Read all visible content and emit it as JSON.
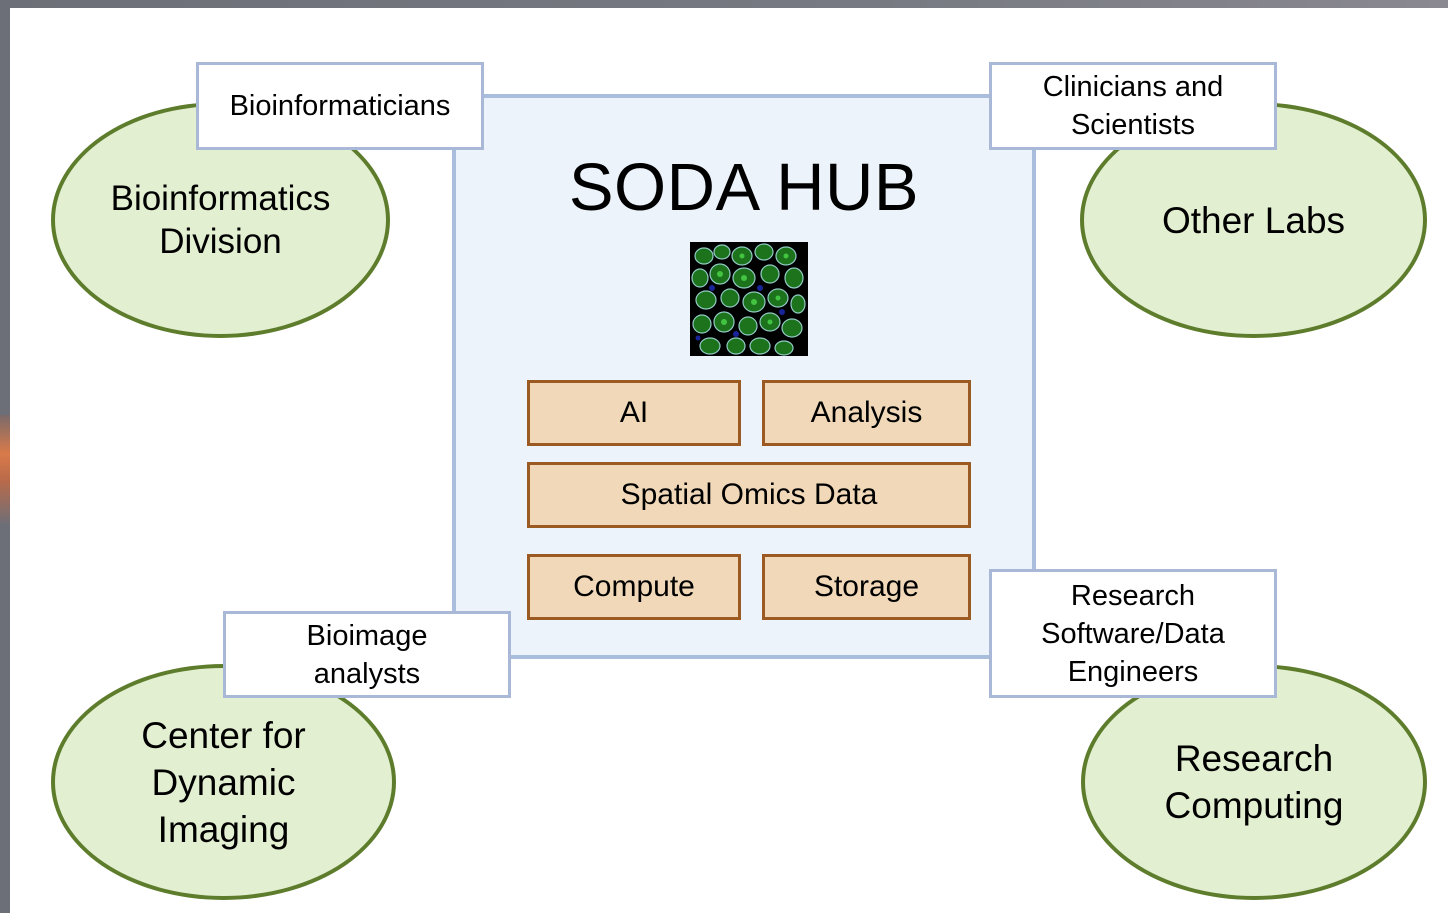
{
  "hub": {
    "title": "SODA HUB",
    "image_icon": "cell-microscopy-image",
    "components": {
      "ai": "AI",
      "analysis": "Analysis",
      "spatial": "Spatial Omics Data",
      "compute": "Compute",
      "storage": "Storage"
    }
  },
  "nodes": {
    "bioinformatics": {
      "group": "Bioinformatics\nDivision",
      "role": "Bioinformaticians"
    },
    "other_labs": {
      "group": "Other Labs",
      "role": "Clinicians and\nScientists"
    },
    "imaging": {
      "group": "Center for\nDynamic\nImaging",
      "role": "Bioimage\nanalysts"
    },
    "research_computing": {
      "group": "Research\nComputing",
      "role": "Research\nSoftware/Data\nEngineers"
    }
  },
  "colors": {
    "hub_fill": "#edf3fb",
    "hub_border": "#a9bedd",
    "component_fill": "#f0d8b8",
    "component_border": "#9a5a22",
    "group_fill": "#e3efd1",
    "group_border": "#5e7d2c",
    "label_border": "#a9b8d6"
  }
}
